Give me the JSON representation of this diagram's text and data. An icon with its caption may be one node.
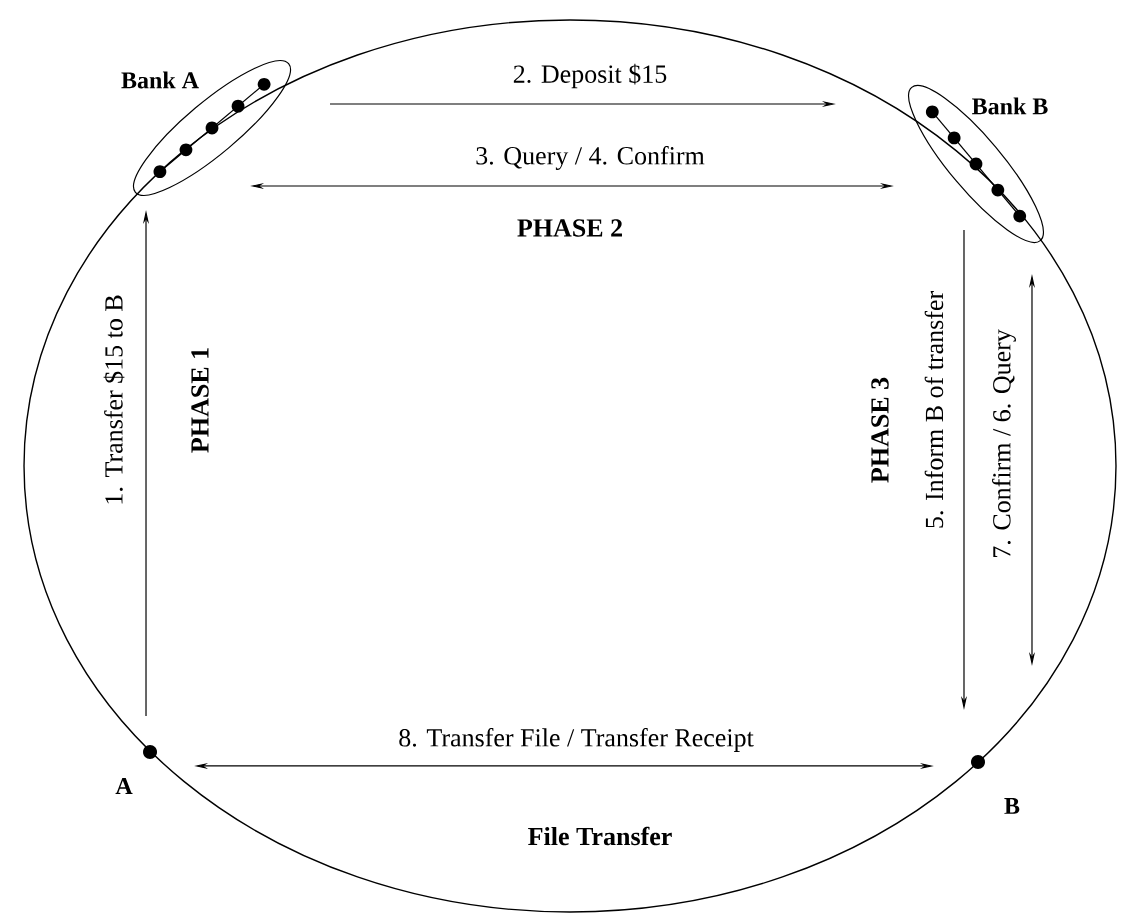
{
  "diagram": {
    "nodes": [
      {
        "text": [
          "Bank A"
        ]
      },
      {
        "text": [
          "Bank B"
        ]
      },
      {
        "text": [
          "A"
        ]
      },
      {
        "text": [
          "B"
        ]
      }
    ],
    "edges": [
      {
        "from": 2,
        "to": 0,
        "arrow": "to",
        "label": "1. Transfer $15 to B"
      },
      {
        "from": 0,
        "to": 1,
        "arrow": "to",
        "label": "2. Deposit $15"
      },
      {
        "from": 0,
        "to": 1,
        "arrow": "both",
        "label": "3. Query / 4. Confirm"
      },
      {
        "from": 1,
        "to": 3,
        "arrow": "to",
        "label": "5. Inform B of transfer"
      },
      {
        "from": 1,
        "to": 3,
        "arrow": "both",
        "label": "7. Confirm / 6. Query"
      },
      {
        "from": 2,
        "to": 3,
        "arrow": "both",
        "label": "8. Transfer File / Transfer Receipt"
      }
    ],
    "labels": [
      "PHASE 2",
      "PHASE 1",
      "PHASE 3",
      "File Transfer"
    ]
  }
}
